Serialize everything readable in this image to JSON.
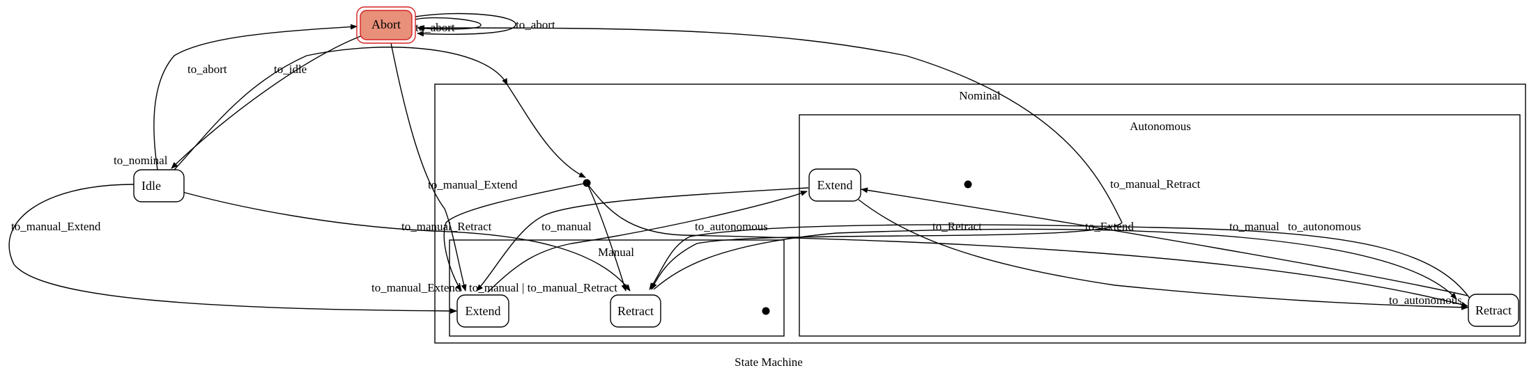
{
  "diagram": {
    "caption": "State Machine",
    "colors": {
      "abort_fill": "#e8907a",
      "abort_stroke": "#d42020",
      "line": "#000000"
    },
    "clusters": {
      "nominal": "Nominal",
      "autonomous": "Autonomous",
      "manual": "Manual"
    },
    "nodes": {
      "abort": "Abort",
      "idle": "Idle",
      "auto_extend": "Extend",
      "auto_retract": "Retract",
      "manual_extend": "Extend",
      "manual_retract": "Retract"
    },
    "edge_labels": {
      "abort_self_1": "to_abort",
      "abort_self_2": "to_abort",
      "idle_to_abort": "to_abort",
      "abort_to_idle": "to_idle",
      "idle_to_nominal": "to_nominal",
      "idle_to_manual_extend": "to_manual_Extend",
      "abort_to_manual_extend": "to_manual_Extend",
      "idle_to_manual_retract": "to_manual_Retract",
      "to_manual": "to_manual",
      "to_autonomous": "to_autonomous",
      "manual_extend_inner": "to_manual_Extend",
      "manual_combined": "to_manual | to_manual_Retract",
      "to_retract": "to_Retract",
      "to_extend": "to_Extend",
      "to_manual_retract_abort": "to_manual_Retract",
      "to_manual_right": "to_manual",
      "to_autonomous_right": "to_autonomous",
      "to_autonomous_lower": "to_autonomous"
    }
  }
}
